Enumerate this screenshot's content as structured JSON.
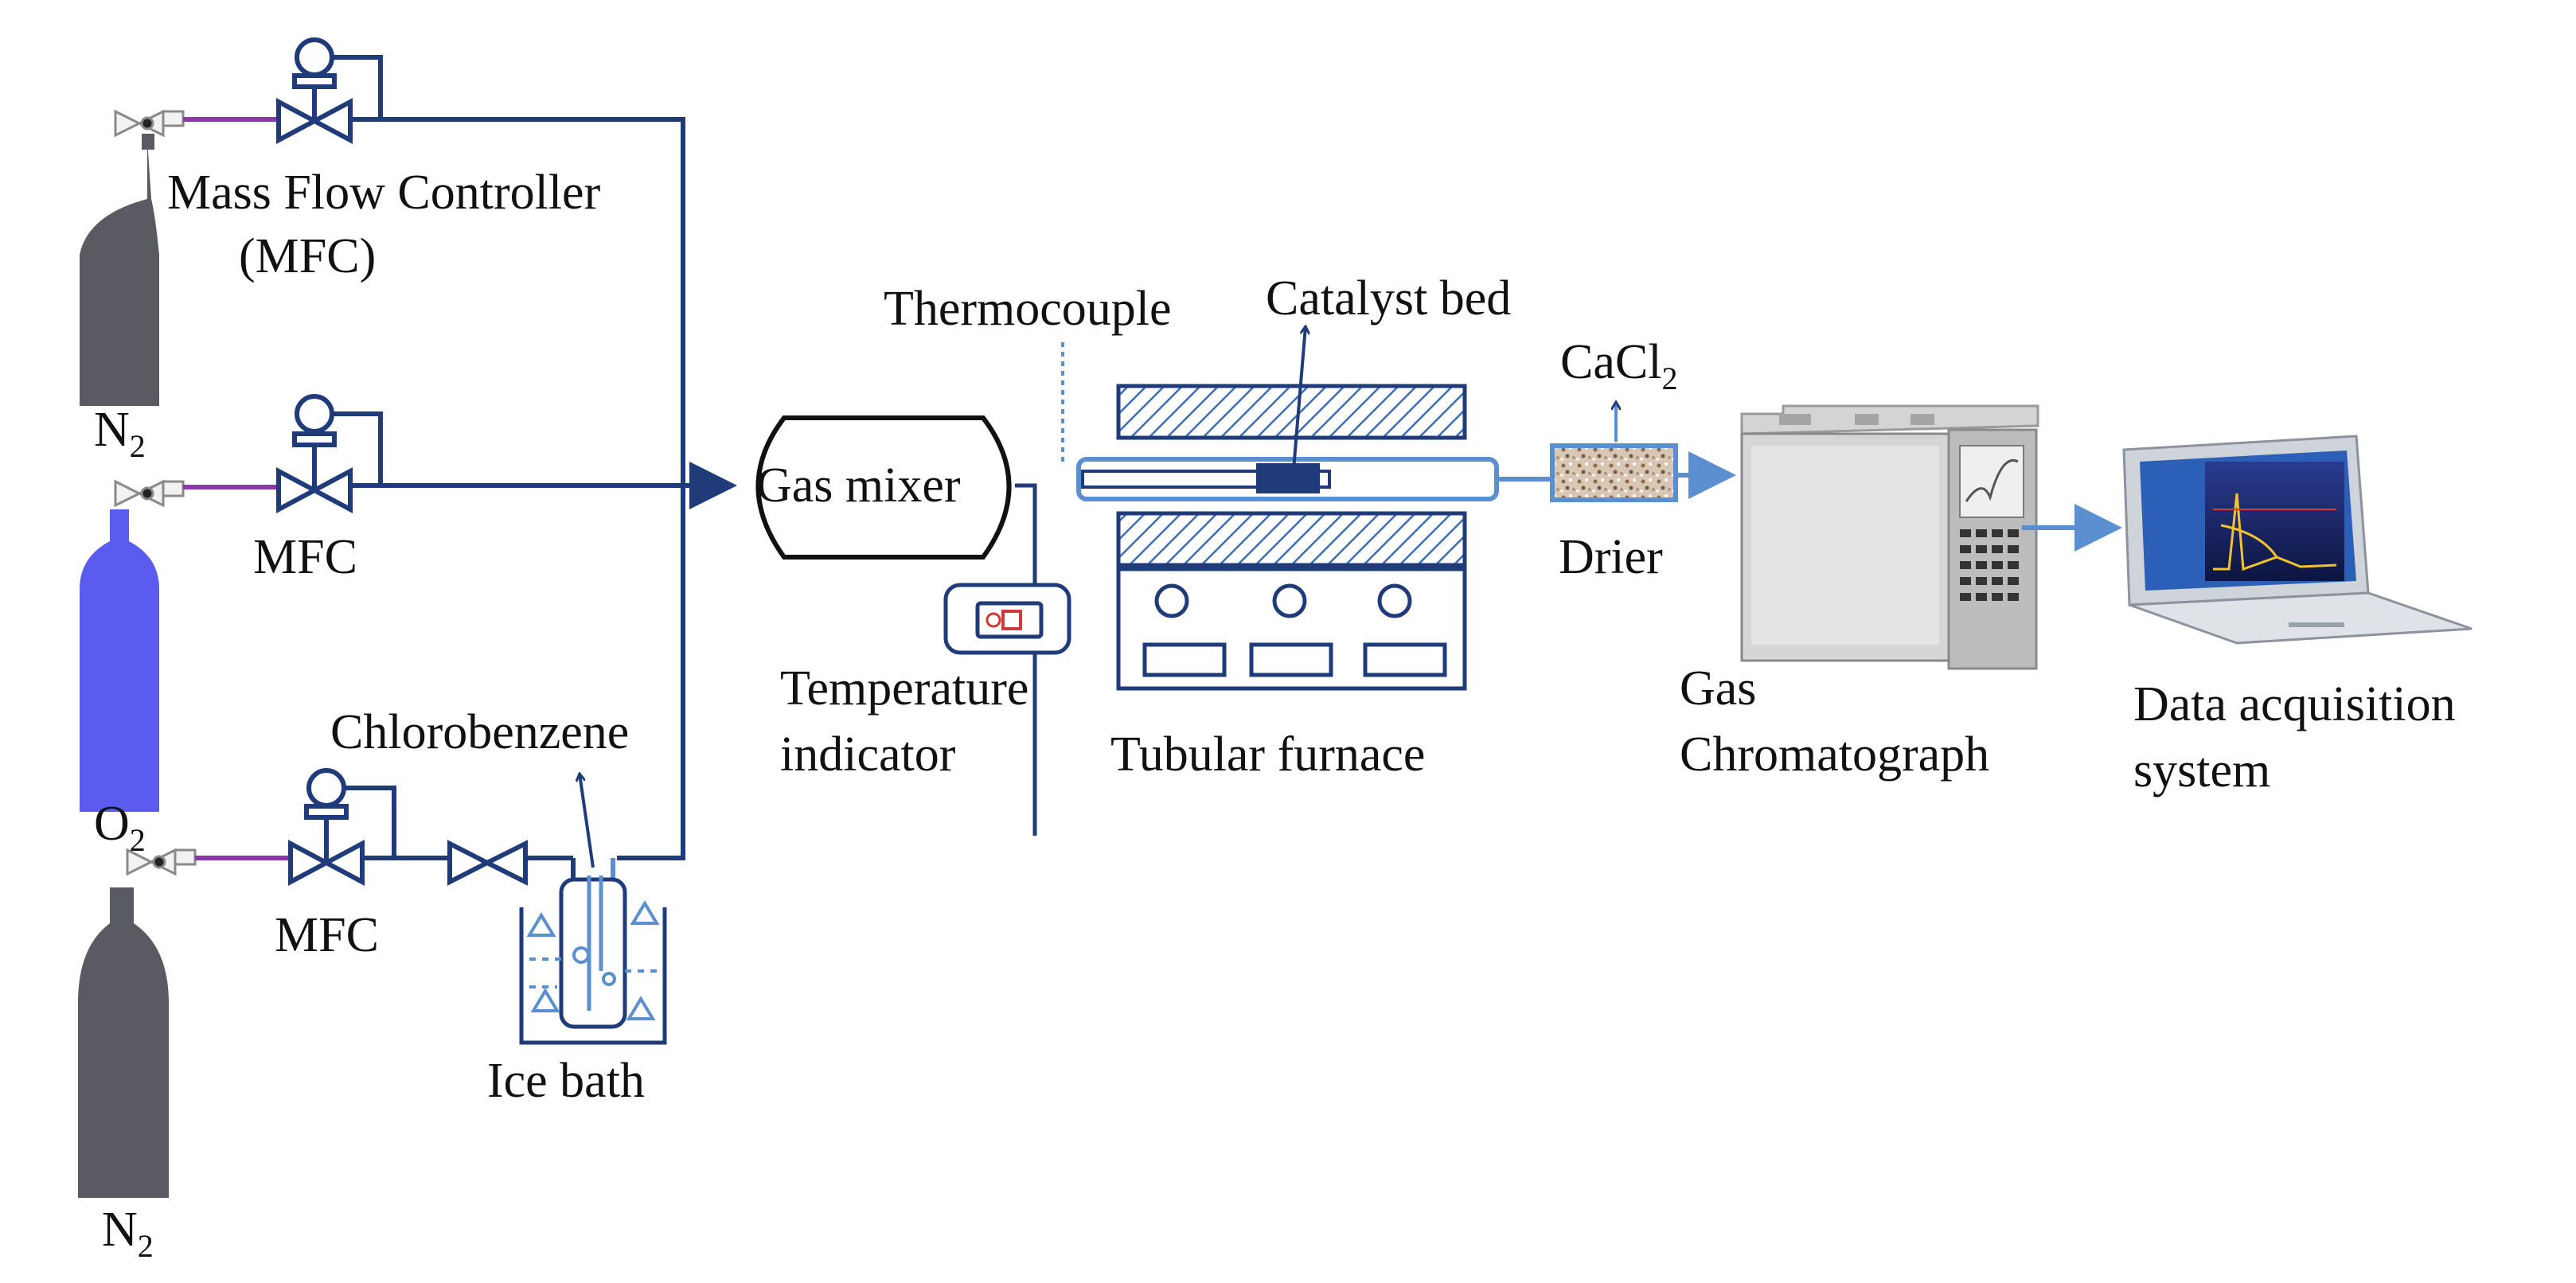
{
  "colors": {
    "line_dark": "#1f3b7a",
    "line_light": "#5b8fd0",
    "purple_tube": "#8a3aa8",
    "cylinder_gray": "#5a5a62",
    "cylinder_blue": "#5a5cf0",
    "equipment_gray": "#c9c9c9"
  },
  "labels": {
    "mfc_top_line1": "Mass Flow Controller",
    "mfc_top_line2": "(MFC)",
    "mfc_mid": "MFC",
    "mfc_bottom": "MFC",
    "n2_top": "N",
    "n2_top_sub": "2",
    "o2": "O",
    "o2_sub": "2",
    "n2_bottom": "N",
    "n2_bottom_sub": "2",
    "chlorobenzene": "Chlorobenzene",
    "ice_bath": "Ice bath",
    "gas_mixer": "Gas mixer",
    "thermocouple": "Thermocouple",
    "catalyst_bed": "Catalyst bed",
    "temp_indicator_line1": "Temperature",
    "temp_indicator_line2": "indicator",
    "tubular_furnace": "Tubular furnace",
    "cacl2": "CaCl",
    "cacl2_sub": "2",
    "drier": "Drier",
    "gc_line1": "Gas",
    "gc_line2": "Chromatograph",
    "daq_line1": "Data acquisition",
    "daq_line2": "system"
  },
  "icons": [
    "valve-icon",
    "mfc-icon",
    "gas-cylinder-icon",
    "arrow-icon",
    "gas-chromatograph-icon",
    "computer-icon"
  ]
}
